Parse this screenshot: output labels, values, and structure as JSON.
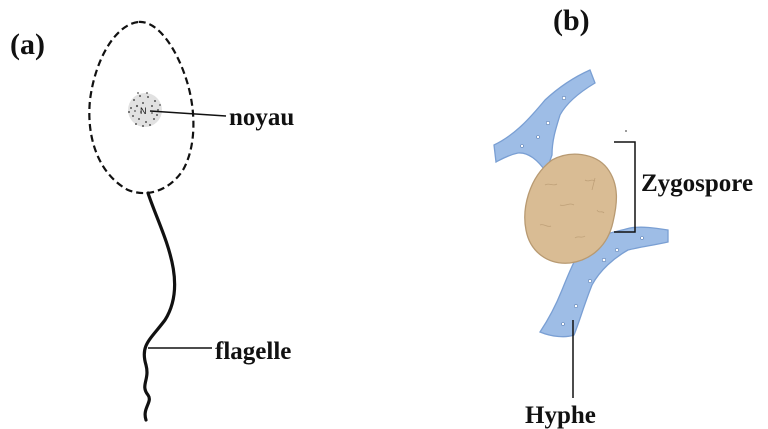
{
  "panel_a": {
    "label": "(a)",
    "nucleus_mark": "N",
    "nucleus_label": "noyau",
    "flagellum_label": "flagelle"
  },
  "panel_b": {
    "label": "(b)",
    "zygospore_label": "Zygospore",
    "hypha_label": "Hyphe"
  },
  "colors": {
    "ink": "#111111",
    "hypha_fill": "#9ebde6",
    "hypha_edge": "#7a9fd3",
    "zygospore_fill": "#d9bc94",
    "zygospore_edge": "#b89a72"
  }
}
